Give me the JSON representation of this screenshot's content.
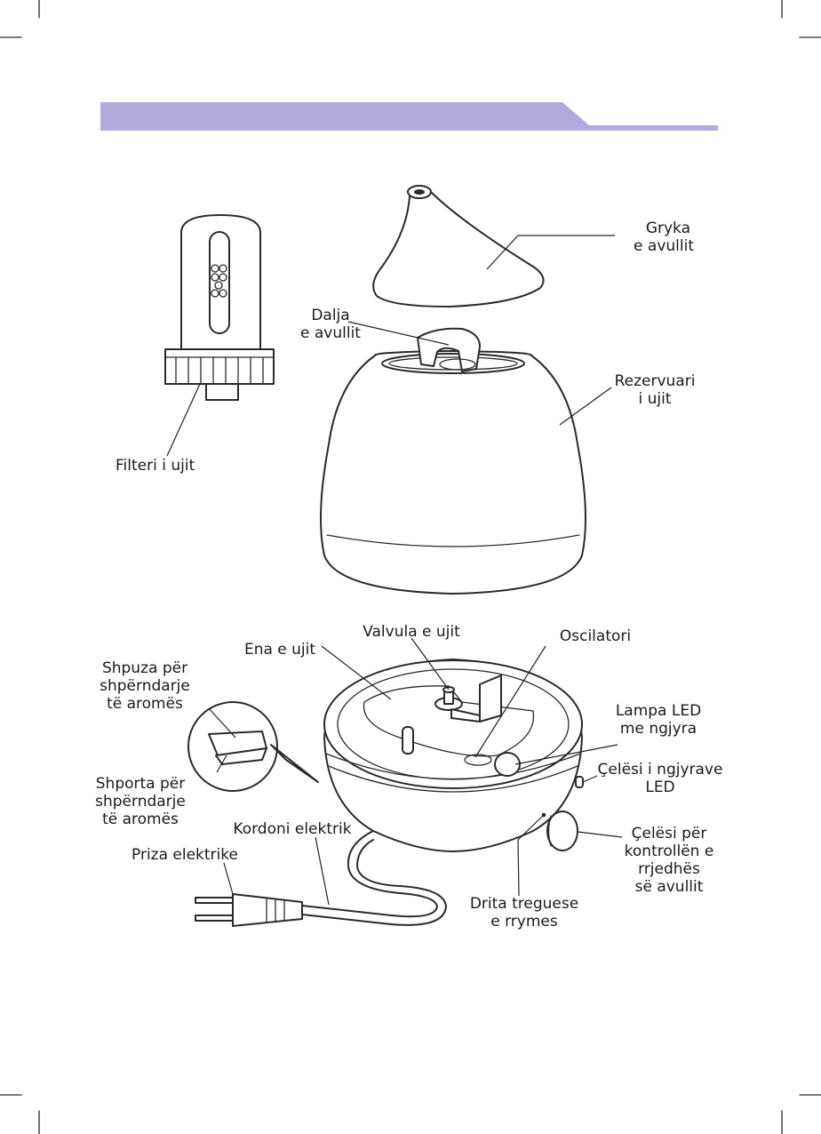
{
  "header": {
    "bar_color": "#b3a9dc"
  },
  "labels": {
    "nozzle": [
      "Gryka",
      "e avullit"
    ],
    "mist_outlet": [
      "Dalja",
      "e avullit"
    ],
    "tank": [
      "Rezervuari",
      "i ujit"
    ],
    "filter": [
      "Filteri i ujit"
    ],
    "water_basin": [
      "Ena e ujit"
    ],
    "water_valve": [
      "Valvula e ujit"
    ],
    "oscillator": [
      "Oscilatori"
    ],
    "led_lamp": [
      "Lampa LED",
      "me ngjyra"
    ],
    "led_switch": [
      "Çelësi i ngjyrave",
      "LED"
    ],
    "aroma_sponge": [
      "Shpuza për",
      "shpërndarje",
      "të aromës"
    ],
    "aroma_basket": [
      "Shporta për",
      "shpërndarje",
      "të aromës"
    ],
    "power_cord": [
      "Kordoni elektrik"
    ],
    "plug": [
      "Priza elektrike"
    ],
    "mist_knob": [
      "Çelësi për",
      "kontrollën e",
      "rrjedhës",
      "së avullit"
    ],
    "indicator": [
      "Drita treguese",
      "e rrymes"
    ]
  }
}
